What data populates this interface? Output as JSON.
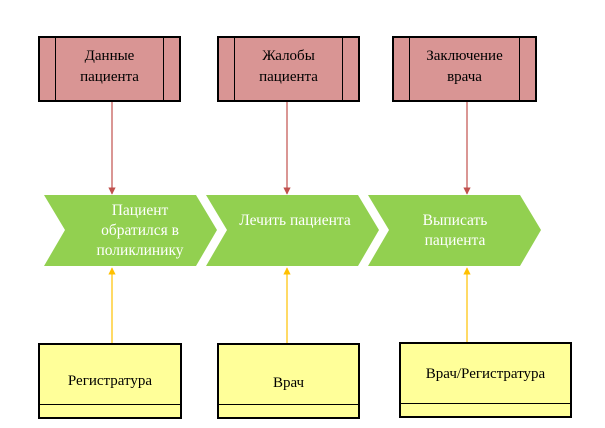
{
  "colors": {
    "doc_fill": "#d99594",
    "step_fill": "#92d050",
    "role_fill": "#ffff99",
    "doc_arrow": "#c0504d",
    "role_arrow": "#ffc000"
  },
  "documents": [
    {
      "label": "Данные пациента"
    },
    {
      "label": "Жалобы пациента"
    },
    {
      "label": "Заключение врача"
    }
  ],
  "steps": [
    {
      "label": "Пациент обратился в поликлинику"
    },
    {
      "label": "Лечить пациента"
    },
    {
      "label": "Выписать пациента"
    }
  ],
  "roles": [
    {
      "label": "Регистратура"
    },
    {
      "label": "Врач"
    },
    {
      "label": "Врач/Регистратура"
    }
  ]
}
